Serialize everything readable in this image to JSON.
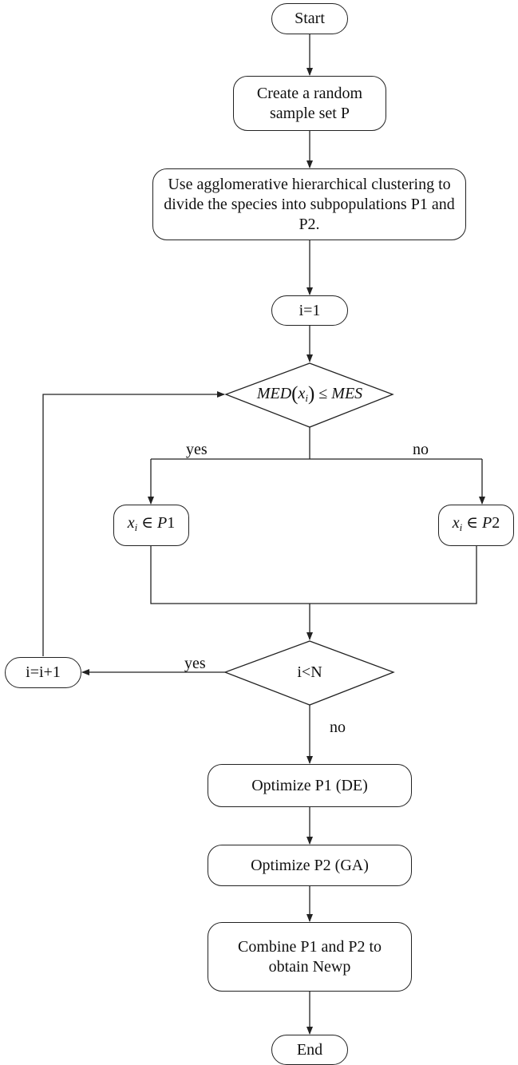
{
  "nodes": {
    "start": "Start",
    "create_sample": "Create a random sample set P",
    "clustering": "Use agglomerative hierarchical clustering to divide the species into subpopulations P1 and P2.",
    "init_i": "i=1",
    "condition_med": {
      "lhs_func": "MED",
      "lhs_var": "x",
      "lhs_sub": "i",
      "operator": "≤",
      "rhs": "MES"
    },
    "assign_p1": {
      "var": "x",
      "sub": "i",
      "operator": "∈",
      "set": "P",
      "index": "1"
    },
    "assign_p2": {
      "var": "x",
      "sub": "i",
      "operator": "∈",
      "set": "P",
      "index": "2"
    },
    "check_i": "i<N",
    "increment_i": "i=i+1",
    "optimize_p1": "Optimize P1 (DE)",
    "optimize_p2": "Optimize P2 (GA)",
    "combine": "Combine P1 and P2 to obtain Newp",
    "end": "End"
  },
  "edge_labels": {
    "med_yes": "yes",
    "med_no": "no",
    "loop_yes": "yes",
    "exit_no": "no"
  },
  "colors": {
    "stroke": "#222222",
    "text": "#111111",
    "background": "#ffffff"
  }
}
